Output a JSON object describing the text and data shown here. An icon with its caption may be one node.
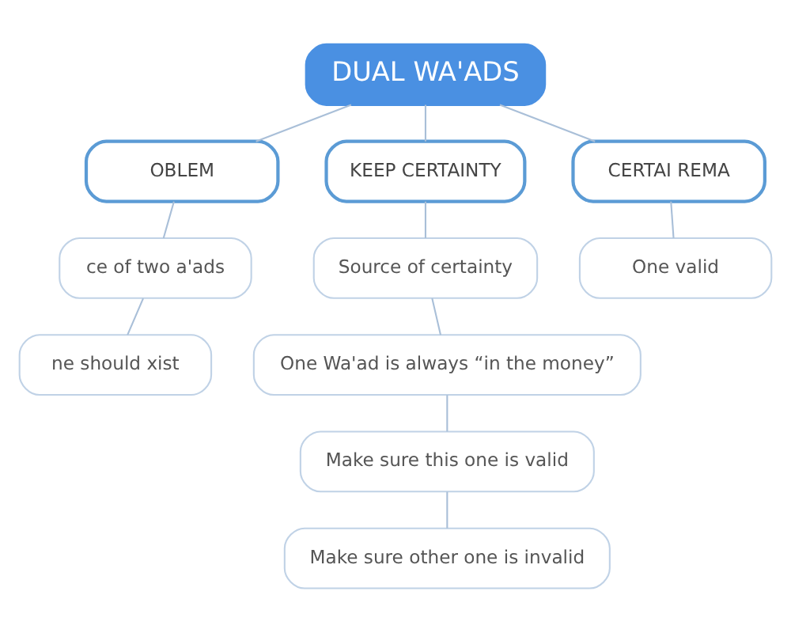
{
  "diagram": {
    "nodes": [
      {
        "text": [
          "DUAL WA'ADS"
        ]
      },
      {
        "text": [
          "OBLEM"
        ]
      },
      {
        "text": [
          "ce of two a'ads"
        ]
      },
      {
        "text": [
          "ne should xist"
        ]
      },
      {
        "text": [
          "KEEP CERTAINTY"
        ]
      },
      {
        "text": [
          "Source of certainty"
        ]
      },
      {
        "text": [
          "One Wa'ad is always “in the money”"
        ]
      },
      {
        "text": [
          "Make sure this one is valid"
        ]
      },
      {
        "text": [
          "Make sure other one is invalid"
        ]
      },
      {
        "text": [
          "CERTAI REMA"
        ]
      },
      {
        "text": [
          "One valid"
        ]
      }
    ],
    "edges": [
      {
        "from": 0,
        "to": 1,
        "arrow": "none"
      },
      {
        "from": 0,
        "to": 4,
        "arrow": "none"
      },
      {
        "from": 0,
        "to": 9,
        "arrow": "none"
      },
      {
        "from": 1,
        "to": 2,
        "arrow": "none"
      },
      {
        "from": 2,
        "to": 3,
        "arrow": "none"
      },
      {
        "from": 4,
        "to": 5,
        "arrow": "none"
      },
      {
        "from": 5,
        "to": 6,
        "arrow": "none"
      },
      {
        "from": 6,
        "to": 7,
        "arrow": "none"
      },
      {
        "from": 7,
        "to": 8,
        "arrow": "none"
      },
      {
        "from": 9,
        "to": 10,
        "arrow": "none"
      }
    ]
  }
}
